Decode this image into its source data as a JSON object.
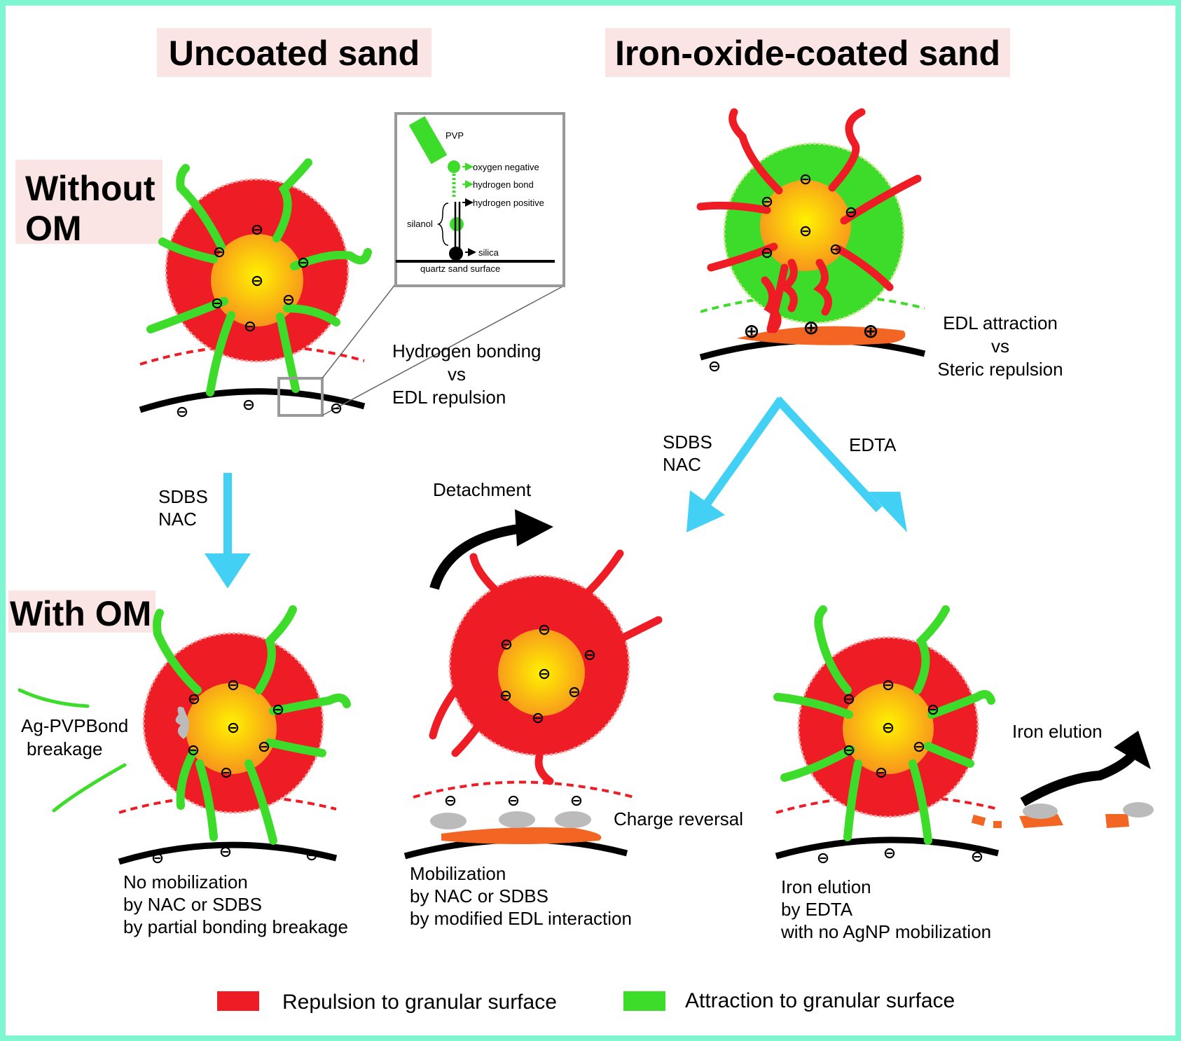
{
  "headers": {
    "uncoated": "Uncoated sand",
    "coated": "Iron-oxide-coated sand",
    "without_om": [
      "Without",
      "OM"
    ],
    "with_om": "With OM"
  },
  "inset": {
    "pvp": "PVP",
    "oxygen_negative": "oxygen negative",
    "hydrogen_bond": "hydrogen bond",
    "hydrogen_positive": "hydrogen positive",
    "silanol": "silanol",
    "silica": "silica",
    "quartz_surface": "quartz sand surface"
  },
  "labels": {
    "hbond_vs_edl": [
      "Hydrogen bonding",
      "vs",
      "EDL repulsion"
    ],
    "edl_vs_steric": [
      "EDL attraction",
      "vs",
      "Steric repulsion"
    ],
    "sdbs_nac_left": [
      "SDBS",
      "NAC"
    ],
    "sdbs_nac_right": [
      "SDBS",
      "NAC"
    ],
    "edta": "EDTA",
    "detachment": "Detachment",
    "ag_pvp": [
      "Ag-PVPBond",
      "breakage"
    ],
    "charge_reversal": "Charge reversal",
    "iron_elution_arrow": "Iron elution",
    "no_mobilization": [
      "No mobilization",
      "by NAC or SDBS",
      "by partial bonding breakage"
    ],
    "mobilization": [
      "Mobilization",
      "by NAC or SDBS",
      "by modified EDL interaction"
    ],
    "iron_elution": [
      "Iron elution",
      "by EDTA",
      "with no AgNP mobilization"
    ]
  },
  "symbols": {
    "negative": "⊖",
    "positive": "⊕"
  },
  "legend": {
    "repulsion": "Repulsion to granular surface",
    "attraction": "Attraction to granular surface"
  },
  "colors": {
    "frame": "#7ff5d2",
    "header_bg": "#fbe4e4",
    "repulsion": "#ee1c24",
    "attraction": "#3ddc2a",
    "arrow": "#42d1f5",
    "iron": "#f26522",
    "ag_deposit": "#bbbbbb"
  }
}
